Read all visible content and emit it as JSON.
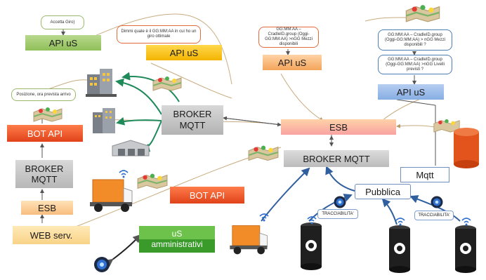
{
  "boxes": {
    "api_us": "API uS",
    "bot_api": "BOT API",
    "broker": "BROKER",
    "mqtt": "MQTT",
    "broker_mqtt": "BROKER MQTT",
    "esb": "ESB",
    "web_serv": "WEB serv.",
    "us": "uS",
    "amministrativi": "amministrativi",
    "mqtt_label": "Mqtt",
    "pubblica": "Pubblica"
  },
  "notes": {
    "accetta_giro": "Accetta Giro)",
    "dimmi_quale": "Dimmi quale è il GG:MM:AA in cui ho un giro ottimale",
    "cradle_mezzi": "GG:MM:AA – CradleID.group (Oggi-GG:MM:AA) >nGG Mezzi disponibili",
    "cradle_mezzi_disponibili": "GG:MM:AA – CradleID.group (Oggi-GG:MM:AA) > nGG Mezzi disponibili ?",
    "cradle_livelli": "GG:MM:AA – CradleID.group (Oggi-GG:MM:AA) >nGG Livelli previsti ?",
    "posizione": "Posizione, ora prevista arrivo",
    "tracciabilita": "TRACCIABILITA'"
  },
  "colors": {
    "api_green": "#8fbf58",
    "api_yellow": "#f3b400",
    "api_orange": "#f4a45a",
    "api_blue": "#86aee3",
    "bot_api_red": "#e0421a",
    "broker_gray": "#b7b7b7",
    "amministrativi_green": "#3a9b2a",
    "arrow_green": "#1e8a5a",
    "arrow_blue": "#2f5f9e"
  },
  "icons": [
    "map-icon",
    "factory-icon",
    "building-icon",
    "warehouse-icon",
    "truck-icon",
    "oil-barrel-icon",
    "database-icon",
    "sensor-icon",
    "wifi-icon"
  ]
}
